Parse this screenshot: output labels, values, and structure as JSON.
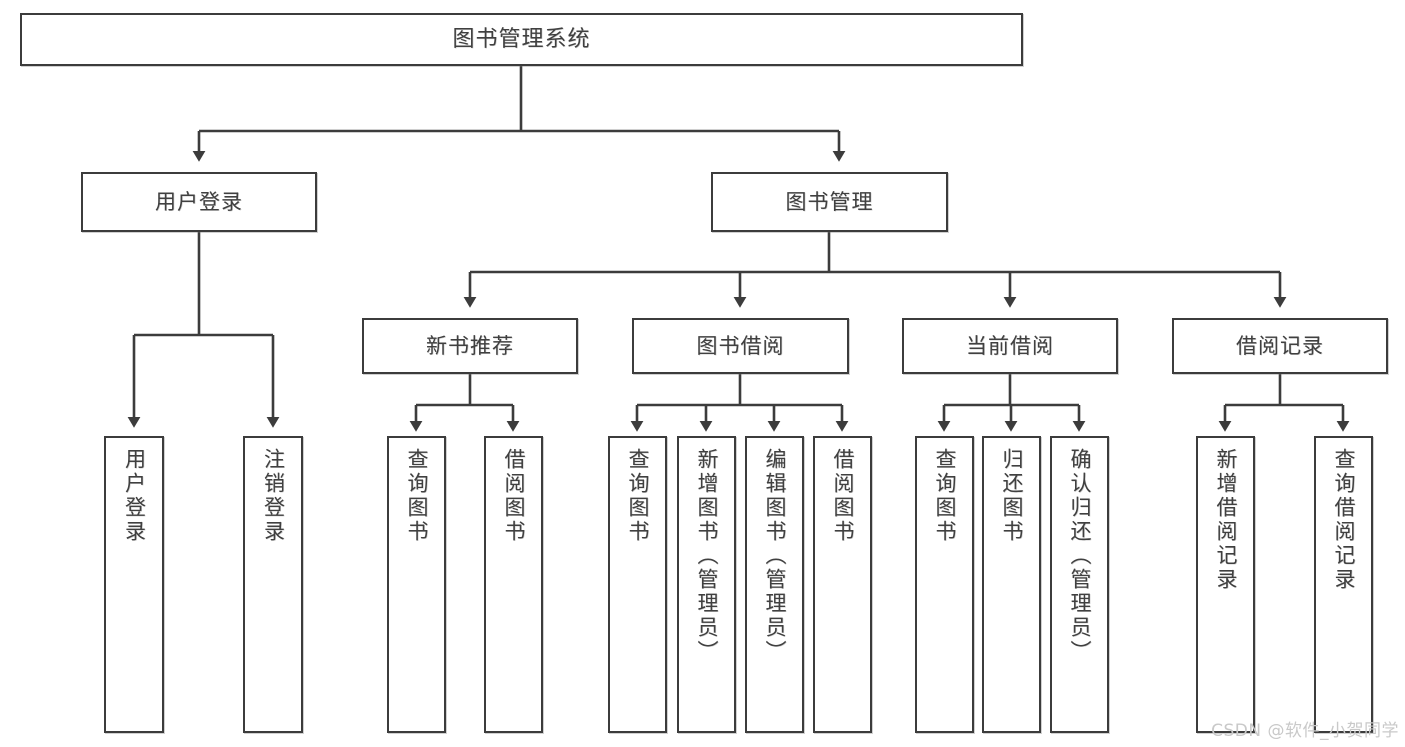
{
  "diagram": {
    "title": "图书管理系统",
    "type": "tree",
    "root": {
      "label": "图书管理系统"
    },
    "level2": [
      {
        "label": "用户登录"
      },
      {
        "label": "图书管理"
      }
    ],
    "level3": [
      {
        "label": "新书推荐"
      },
      {
        "label": "图书借阅"
      },
      {
        "label": "当前借阅"
      },
      {
        "label": "借阅记录"
      }
    ],
    "leaves": {
      "user_login": [
        {
          "label": "用户登录"
        },
        {
          "label": "注销登录"
        }
      ],
      "new_book_recommend": [
        {
          "label": "查询图书"
        },
        {
          "label": "借阅图书"
        }
      ],
      "book_borrow": [
        {
          "label": "查询图书"
        },
        {
          "label": "新增图书（管理员）"
        },
        {
          "label": "编辑图书（管理员）"
        },
        {
          "label": "借阅图书"
        }
      ],
      "current_borrow": [
        {
          "label": "查询图书"
        },
        {
          "label": "归还图书"
        },
        {
          "label": "确认归还（管理员）"
        }
      ],
      "borrow_record": [
        {
          "label": "新增借阅记录"
        },
        {
          "label": "查询借阅记录"
        }
      ]
    }
  },
  "watermark": {
    "text": "CSDN @软件_小贺同学"
  },
  "colors": {
    "stroke": "#3c3c3c",
    "text": "#404040",
    "background": "#ffffff",
    "watermark": "#c9c9c9"
  }
}
